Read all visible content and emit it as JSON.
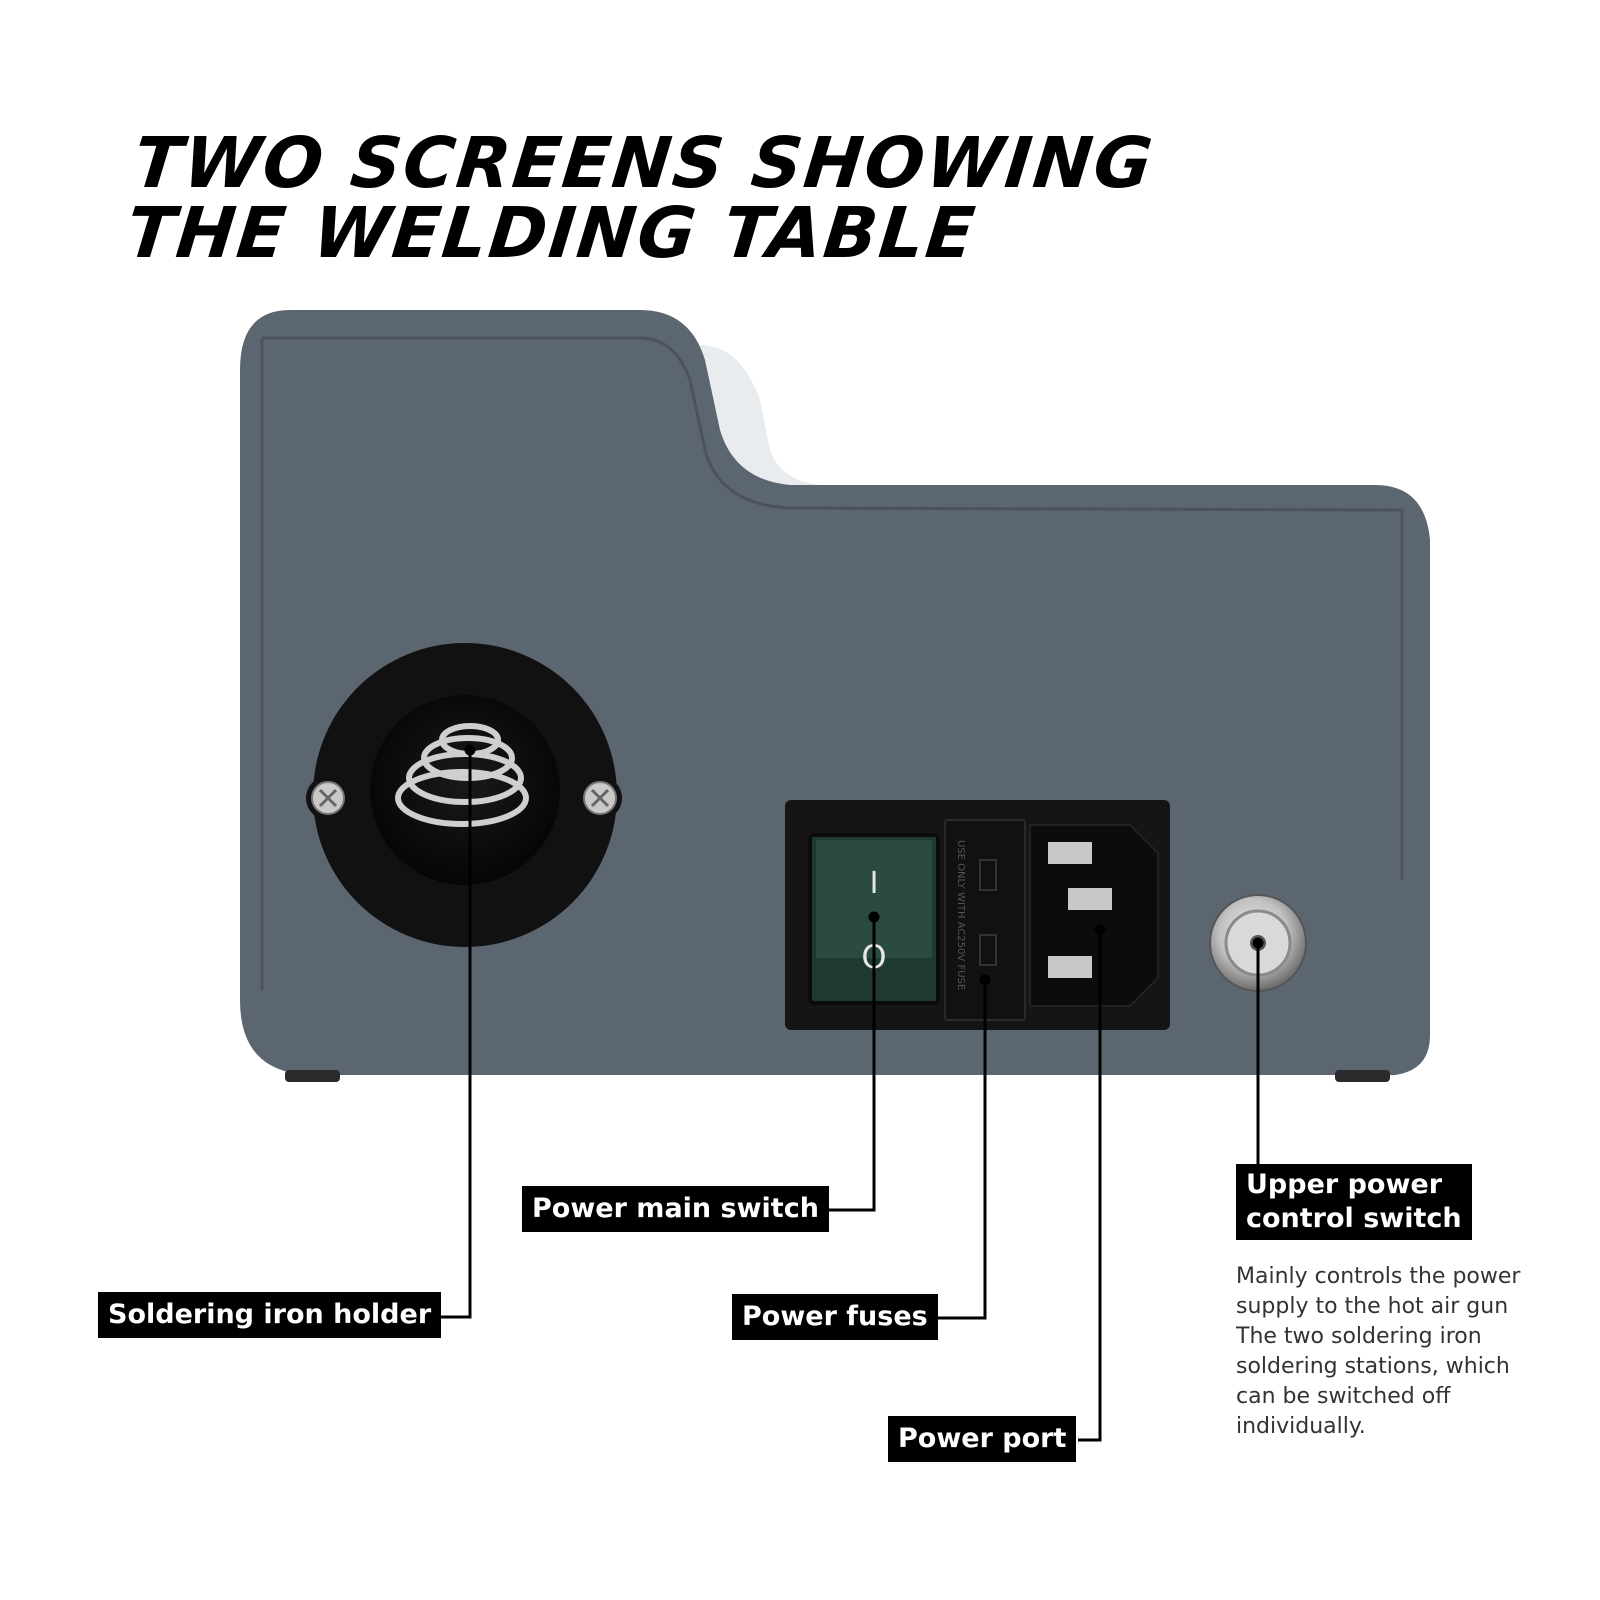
{
  "headline": {
    "line1": "TWO SCREENS SHOWING",
    "line2": "THE WELDING TABLE"
  },
  "labels": {
    "soldering_iron_holder": "Soldering iron holder",
    "power_main_switch": "Power main switch",
    "power_fuses": "Power fuses",
    "power_port": "Power port",
    "upper_power_control_switch_line1": "Upper power",
    "upper_power_control_switch_line2": "control switch"
  },
  "description": {
    "para1": "Mainly controls the power supply to the hot air gun",
    "para2": "The two soldering iron soldering stations, which can be switched off individually."
  },
  "switch_marks": {
    "on": "I",
    "off": "O"
  },
  "fuse_text": "USE ONLY WITH AC250V FUSE",
  "colors": {
    "body": "#5c6670",
    "label_bg": "#000000",
    "label_text": "#ffffff",
    "switch_green": "#1f3a33"
  }
}
